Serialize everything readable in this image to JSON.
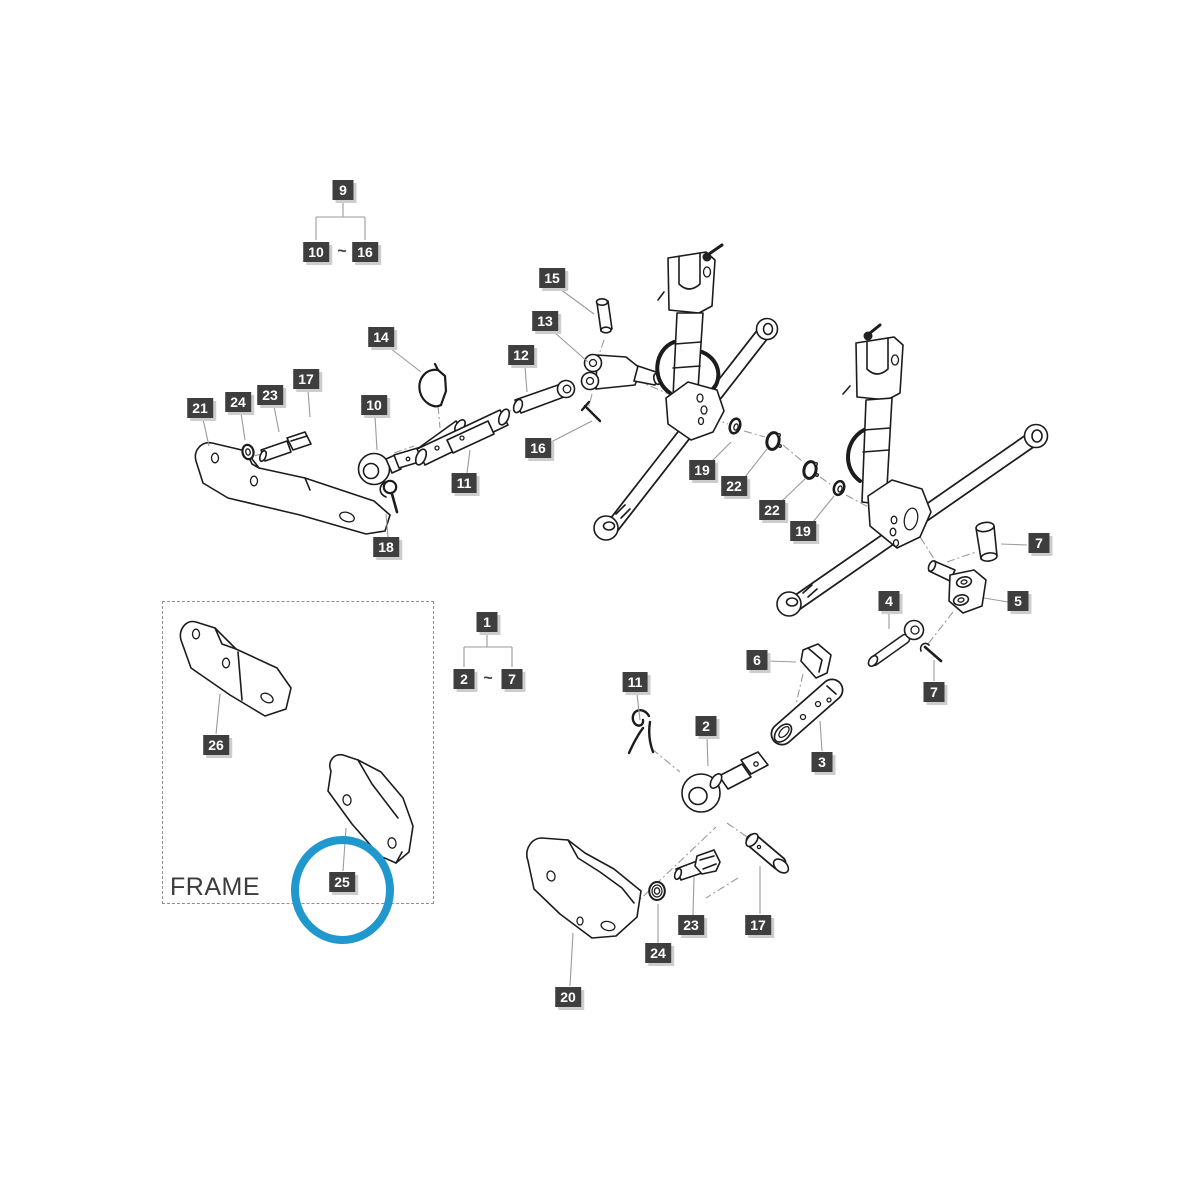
{
  "diagram": {
    "frame_label": "FRAME",
    "tilde": "~",
    "highlighted_part": "25",
    "colors": {
      "label_bg": "#3e3e3e",
      "label_text": "#ffffff",
      "label_shadow": "#cdcdcd",
      "highlight_circle": "#2097cd",
      "line_art": "#1c1c1c",
      "leader_line": "#9a9a9a"
    },
    "label_groups": [
      {
        "parent": "9",
        "range_start": "10",
        "range_end": "16"
      },
      {
        "parent": "1",
        "range_start": "2",
        "range_end": "7"
      }
    ],
    "labels": [
      {
        "text": "9"
      },
      {
        "text": "10"
      },
      {
        "text": "16"
      },
      {
        "text": "15"
      },
      {
        "text": "13"
      },
      {
        "text": "14"
      },
      {
        "text": "12"
      },
      {
        "text": "17"
      },
      {
        "text": "23"
      },
      {
        "text": "24"
      },
      {
        "text": "10"
      },
      {
        "text": "21"
      },
      {
        "text": "16"
      },
      {
        "text": "19"
      },
      {
        "text": "11"
      },
      {
        "text": "22"
      },
      {
        "text": "22"
      },
      {
        "text": "19"
      },
      {
        "text": "7"
      },
      {
        "text": "18"
      },
      {
        "text": "4"
      },
      {
        "text": "5"
      },
      {
        "text": "1"
      },
      {
        "text": "6"
      },
      {
        "text": "2"
      },
      {
        "text": "7"
      },
      {
        "text": "11"
      },
      {
        "text": "7"
      },
      {
        "text": "2"
      },
      {
        "text": "26"
      },
      {
        "text": "3"
      },
      {
        "text": "25"
      },
      {
        "text": "23"
      },
      {
        "text": "17"
      },
      {
        "text": "24"
      },
      {
        "text": "20"
      }
    ]
  }
}
